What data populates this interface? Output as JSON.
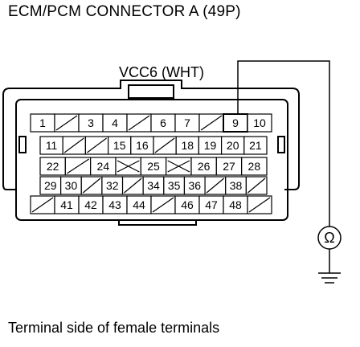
{
  "title": "ECM/PCM CONNECTOR A (49P)",
  "wire_label": "VCC6 (WHT)",
  "meter_symbol": "Ω",
  "caption": "Terminal side of female terminals",
  "rows": [
    [
      "1",
      "/",
      "3",
      "4",
      "/",
      "6",
      "7",
      "/",
      "9",
      "10"
    ],
    [
      "11",
      "/",
      "/",
      "15",
      "16",
      "/",
      "18",
      "19",
      "20",
      "21"
    ],
    [
      "22",
      "/",
      "24",
      "X",
      "25",
      "X",
      "26",
      "27",
      "28"
    ],
    [
      "29",
      "30",
      "/",
      "32",
      "/",
      "34",
      "35",
      "36",
      "/",
      "38",
      "/"
    ],
    [
      "/",
      "41",
      "42",
      "43",
      "44",
      "/",
      "46",
      "47",
      "48",
      "/"
    ]
  ],
  "highlighted_terminal": "9"
}
